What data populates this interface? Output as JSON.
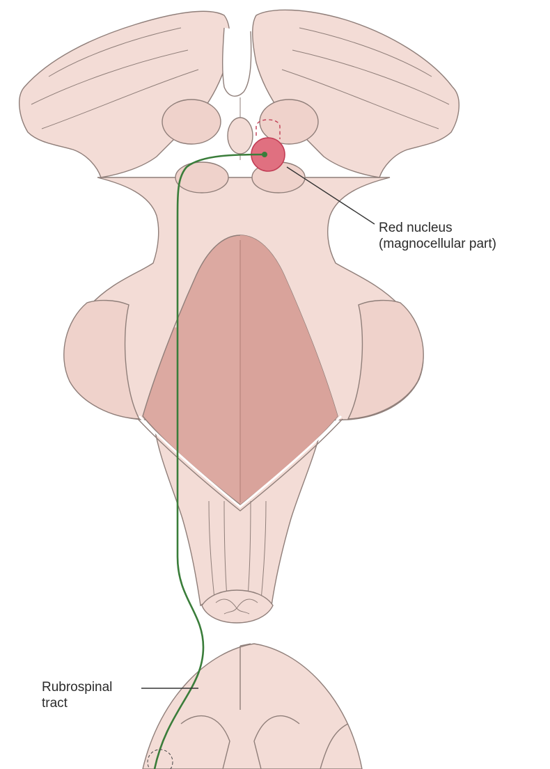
{
  "labels": {
    "red_nucleus_line1": "Red nucleus",
    "red_nucleus_line2": "(magnocellular part)",
    "rubrospinal_line1": "Rubrospinal",
    "rubrospinal_line2": "tract"
  },
  "colors": {
    "tissue": "#f3dcd6",
    "tissue_shade": "#e9c6bd",
    "tissue_outline": "#8f7e79",
    "floor": "#dca9a1",
    "floor_dark": "#cf968e",
    "red_nucleus": "#e07080",
    "red_nucleus_outline": "#c13c54",
    "tract": "#3a7d3a",
    "leader": "#333333",
    "white": "#ffffff"
  }
}
